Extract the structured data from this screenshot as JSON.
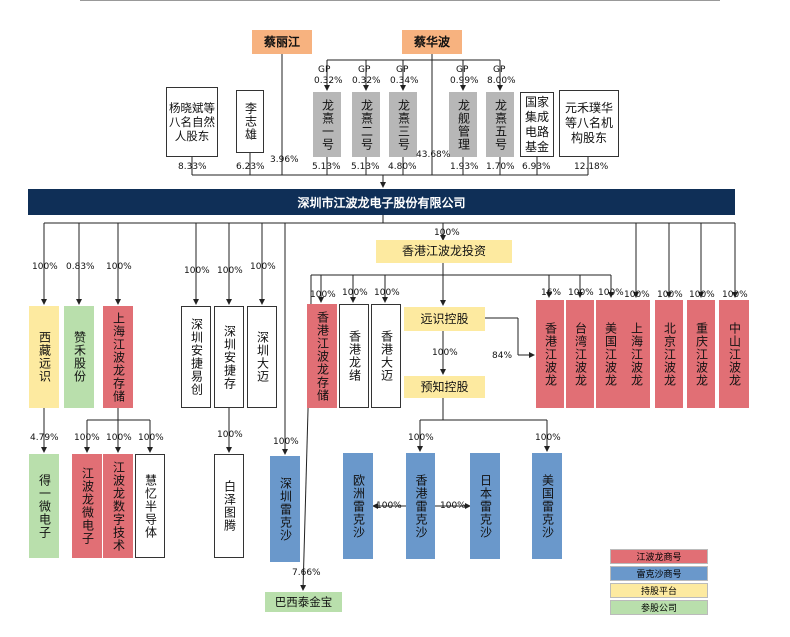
{
  "colors": {
    "trademark_jbl": "#e16f75",
    "trademark_lexar": "#6a98cb",
    "holding_platform": "#fdeaa0",
    "affiliate": "#b9dfac",
    "founder": "#f7b27f",
    "gray_box": "#b7b7b7",
    "main": "#0f2f57"
  },
  "shareholders": {
    "cai_lijiang": "蔡丽江",
    "cai_huabo": "蔡华波",
    "yang_xiaobin": "杨晓斌等八名自然人股东",
    "li_zhixiong": "李志雄",
    "longxi1": "龙熹一号",
    "longxi2": "龙熹二号",
    "longxi3": "龙熹三号",
    "longjian": "龙舰管理",
    "longxi5": "龙熹五号",
    "national_fund": "国家集成电路基金",
    "yuanhe": "元禾璞华等八名机构股东"
  },
  "gp_labels": [
    "GP",
    "GP",
    "GP",
    "GP",
    "GP"
  ],
  "gp_pcts": [
    "0.32%",
    "0.32%",
    "0.34%",
    "0.99%",
    "8.00%"
  ],
  "holder_pcts": {
    "yang": "8.33%",
    "li": "6.23%",
    "cai_lijiang": "3.96%",
    "cai_huabo": "43.68%",
    "longxi1": "5.13%",
    "longxi2": "5.13%",
    "longxi3": "4.80%",
    "longjian": "1.93%",
    "longxi5": "1.70%",
    "national_fund": "6.93%",
    "yuanhe": "12.18%"
  },
  "company": "深圳市江波龙电子股份有限公司",
  "hk_invest": {
    "name": "香港江波龙投资",
    "pct": "100%"
  },
  "subs_left": [
    {
      "name": "西藏远识",
      "pct": "100%"
    },
    {
      "name": "赞禾股份",
      "pct": "0.83%"
    },
    {
      "name": "上海江波龙存储",
      "pct": "100%"
    }
  ],
  "subs_sz": [
    {
      "name": "深圳安捷易创",
      "pct": "100%"
    },
    {
      "name": "深圳安捷存",
      "pct": "100%"
    },
    {
      "name": "深圳大迈",
      "pct": "100%"
    }
  ],
  "baize": {
    "name": "白泽图腾",
    "pct": "100%"
  },
  "deyi": {
    "name": "得一微电子",
    "pct": "4.79%"
  },
  "shanghai_subs": [
    {
      "name": "江波龙微电子",
      "pct": "100%"
    },
    {
      "name": "江波龙数字技术",
      "pct": "100%"
    },
    {
      "name": "慧忆半导体",
      "pct": "100%"
    }
  ],
  "sz_lexar": {
    "name": "深圳雷克沙",
    "pct": "100%"
  },
  "brazil": {
    "name": "巴西泰金宝",
    "pct": "7.66%"
  },
  "hk_subs": [
    {
      "name": "香港江波龙存储",
      "pct": "100%"
    },
    {
      "name": "香港龙绪",
      "pct": "100%"
    },
    {
      "name": "香港大迈",
      "pct": "100%"
    }
  ],
  "yuanshi": {
    "name": "远识控股",
    "pct_down": "100%",
    "pct_right": "84%"
  },
  "yuzhi": {
    "name": "预知控股"
  },
  "lexar_subs": [
    {
      "name": "欧洲雷克沙",
      "pct": ""
    },
    {
      "name": "香港雷克沙",
      "pct": "100%"
    },
    {
      "name": "日本雷克沙",
      "pct": ""
    },
    {
      "name": "美国雷克沙",
      "pct": "100%"
    }
  ],
  "lexar_mid": [
    "100%",
    "100%"
  ],
  "jbl_right": [
    {
      "name": "香港江波龙",
      "pct": "16%"
    },
    {
      "name": "台湾江波龙",
      "pct": "100%"
    },
    {
      "name": "美国江波龙",
      "pct": "100%"
    },
    {
      "name": "上海江波龙",
      "pct": "100%"
    },
    {
      "name": "北京江波龙",
      "pct": "100%"
    },
    {
      "name": "重庆江波龙",
      "pct": "100%"
    },
    {
      "name": "中山江波龙",
      "pct": "100%"
    }
  ],
  "legend": [
    {
      "label": "江波龙商号",
      "color": "#e16f75"
    },
    {
      "label": "雷克沙商号",
      "color": "#6a98cb"
    },
    {
      "label": "持股平台",
      "color": "#fdeaa0"
    },
    {
      "label": "参股公司",
      "color": "#b9dfac"
    }
  ]
}
